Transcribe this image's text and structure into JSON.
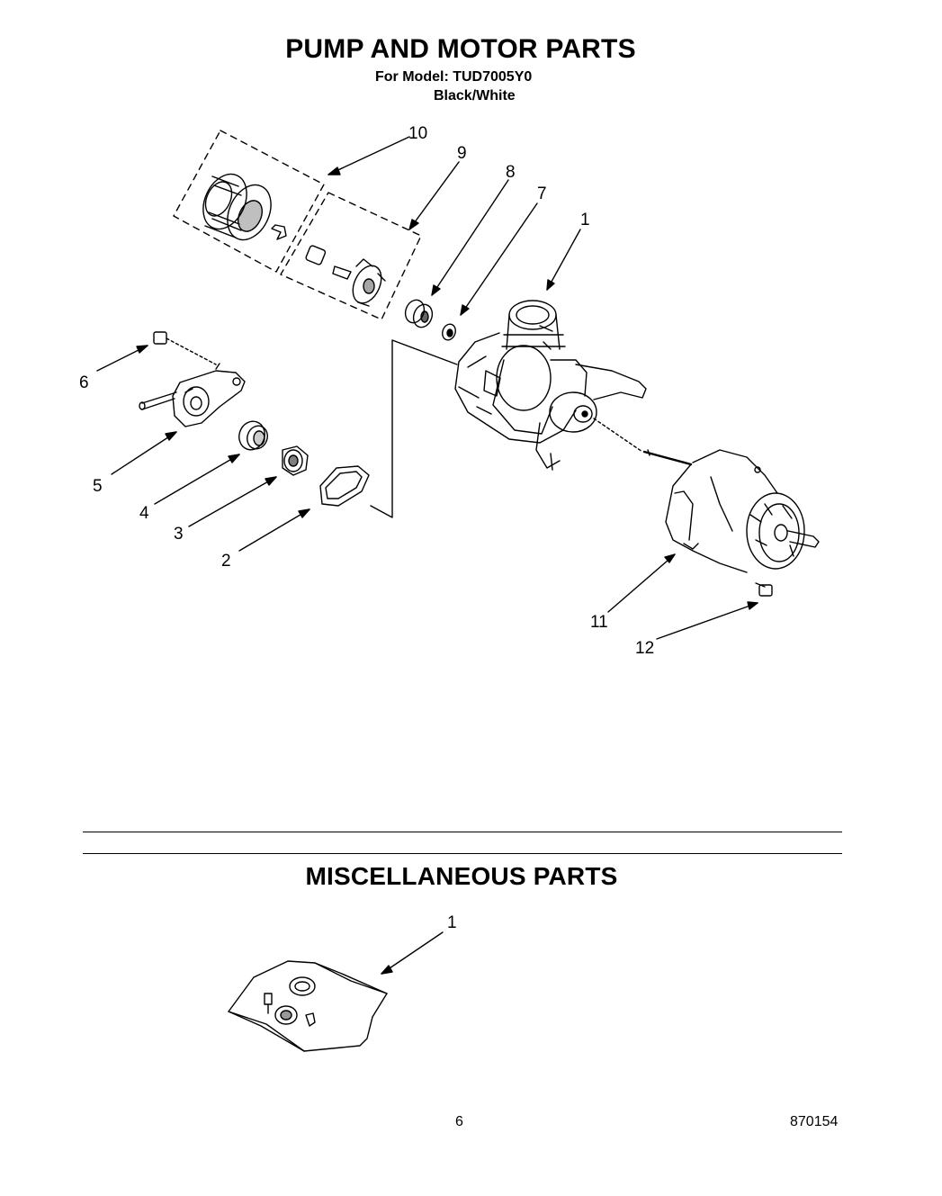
{
  "header": {
    "title": "PUMP AND MOTOR PARTS",
    "model_line": "For Model: TUD7005Y0",
    "color_line": "Black/White"
  },
  "pump_diagram": {
    "callouts": [
      "1",
      "2",
      "3",
      "4",
      "5",
      "6",
      "7",
      "8",
      "9",
      "10",
      "11",
      "12"
    ]
  },
  "misc": {
    "title": "MISCELLANEOUS PARTS",
    "callouts": [
      "1"
    ]
  },
  "footer": {
    "page_number": "6",
    "doc_number": "870154"
  }
}
